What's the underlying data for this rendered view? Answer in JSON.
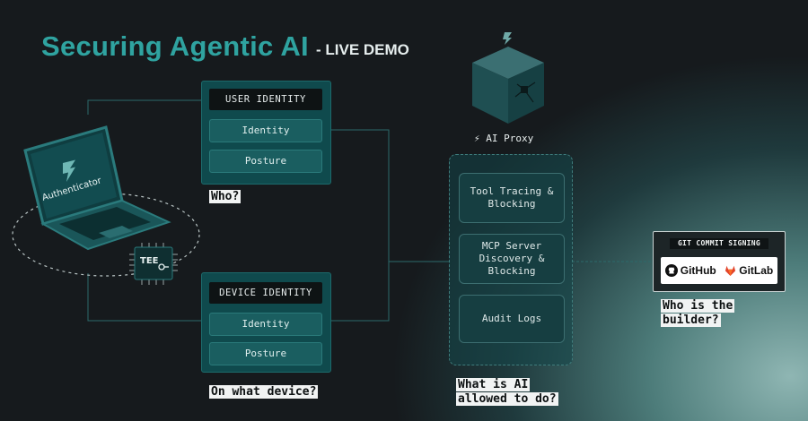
{
  "title": "Securing Agentic AI",
  "subtitle": "- LIVE DEMO",
  "laptop": {
    "screen_text": "Authenticator",
    "chip_text": "TEE"
  },
  "user_identity": {
    "header": "USER IDENTITY",
    "items": [
      "Identity",
      "Posture"
    ],
    "question": "Who?"
  },
  "device_identity": {
    "header": "DEVICE IDENTITY",
    "items": [
      "Identity",
      "Posture"
    ],
    "question": "On what device?"
  },
  "ai_proxy": {
    "label": "AI Proxy",
    "items": [
      "Tool Tracing & Blocking",
      "MCP Server Discovery & Blocking",
      "Audit Logs"
    ],
    "question_line1": "What is AI",
    "question_line2": "allowed to do?"
  },
  "git_signing": {
    "header": "GIT COMMIT SIGNING",
    "providers": [
      "GitHub",
      "GitLab"
    ],
    "question_line1": "Who is the",
    "question_line2": "builder?"
  },
  "colors": {
    "teal_title": "#2fa3a0",
    "panel": "#0f4a4d",
    "gitlab_orange": "#e2432a"
  }
}
